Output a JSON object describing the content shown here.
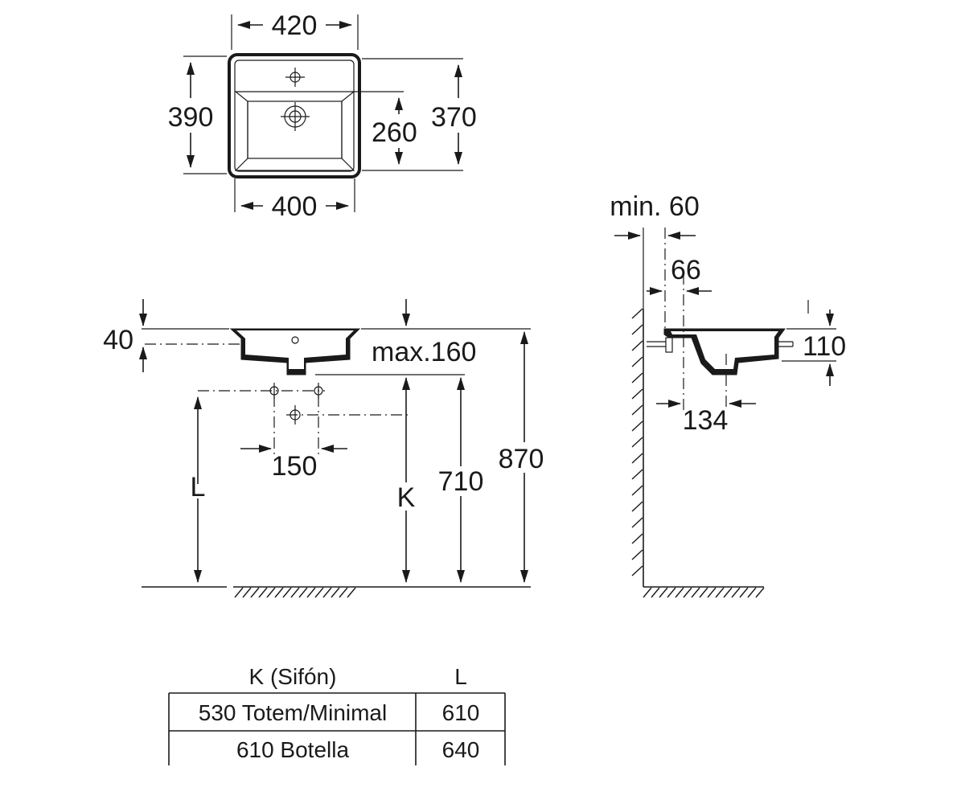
{
  "dimensions": {
    "top_width": "420",
    "top_depth": "390",
    "top_depth_inner": "370",
    "bowl_depth": "260",
    "bottom_width": "400",
    "min_wall": "min. 60",
    "wall_offset": "66",
    "rim_height": "40",
    "max_height": "max.160",
    "height_710": "710",
    "height_870": "870",
    "tap_spacing": "150",
    "label_L": "L",
    "label_K": "K",
    "side_height": "110",
    "side_drain": "134"
  },
  "table": {
    "headers": [
      "K (Sifón)",
      "L"
    ],
    "rows": [
      [
        "530 Totem/Minimal",
        "610"
      ],
      [
        "610 Botella",
        "640"
      ]
    ]
  }
}
